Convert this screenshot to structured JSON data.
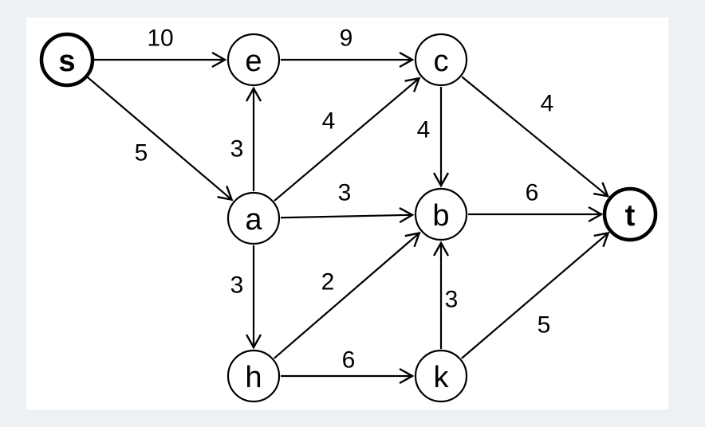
{
  "graph": {
    "nodes": [
      {
        "id": "s",
        "label": "s",
        "terminal": true
      },
      {
        "id": "e",
        "label": "e",
        "terminal": false
      },
      {
        "id": "c",
        "label": "c",
        "terminal": false
      },
      {
        "id": "a",
        "label": "a",
        "terminal": false
      },
      {
        "id": "b",
        "label": "b",
        "terminal": false
      },
      {
        "id": "t",
        "label": "t",
        "terminal": true
      },
      {
        "id": "h",
        "label": "h",
        "terminal": false
      },
      {
        "id": "k",
        "label": "k",
        "terminal": false
      }
    ],
    "edges": [
      {
        "from": "s",
        "to": "e",
        "weight": "10"
      },
      {
        "from": "s",
        "to": "a",
        "weight": "5"
      },
      {
        "from": "e",
        "to": "c",
        "weight": "9"
      },
      {
        "from": "a",
        "to": "e",
        "weight": "3"
      },
      {
        "from": "a",
        "to": "c",
        "weight": "4"
      },
      {
        "from": "c",
        "to": "b",
        "weight": "4"
      },
      {
        "from": "c",
        "to": "t",
        "weight": "4"
      },
      {
        "from": "a",
        "to": "b",
        "weight": "3"
      },
      {
        "from": "b",
        "to": "t",
        "weight": "6"
      },
      {
        "from": "a",
        "to": "h",
        "weight": "3"
      },
      {
        "from": "h",
        "to": "b",
        "weight": "2"
      },
      {
        "from": "h",
        "to": "k",
        "weight": "6"
      },
      {
        "from": "k",
        "to": "b",
        "weight": "3"
      },
      {
        "from": "k",
        "to": "t",
        "weight": "5"
      }
    ]
  }
}
